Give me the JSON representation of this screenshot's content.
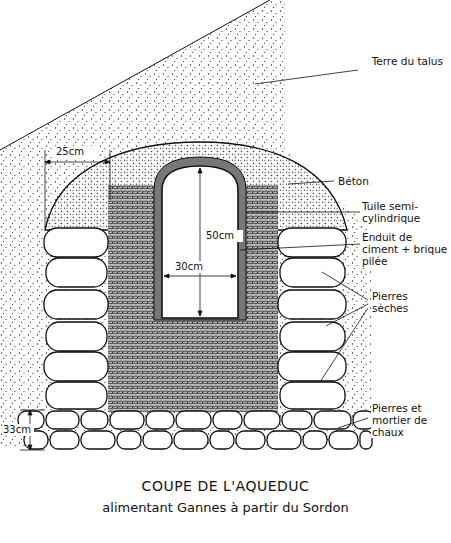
{
  "diagram": {
    "title": "COUPE DE L'AQUEDUC",
    "caption": "alimentant Gannes à partir du Sordon",
    "labels": [
      "Terre du talus",
      "Béton",
      "Tuile semi-cylindrique",
      "Enduit de ciment + brique pilée",
      "Pierres sèches",
      "Pierres et mortier de chaux",
      "25cm",
      "50cm",
      "30cm",
      "33cm"
    ]
  }
}
